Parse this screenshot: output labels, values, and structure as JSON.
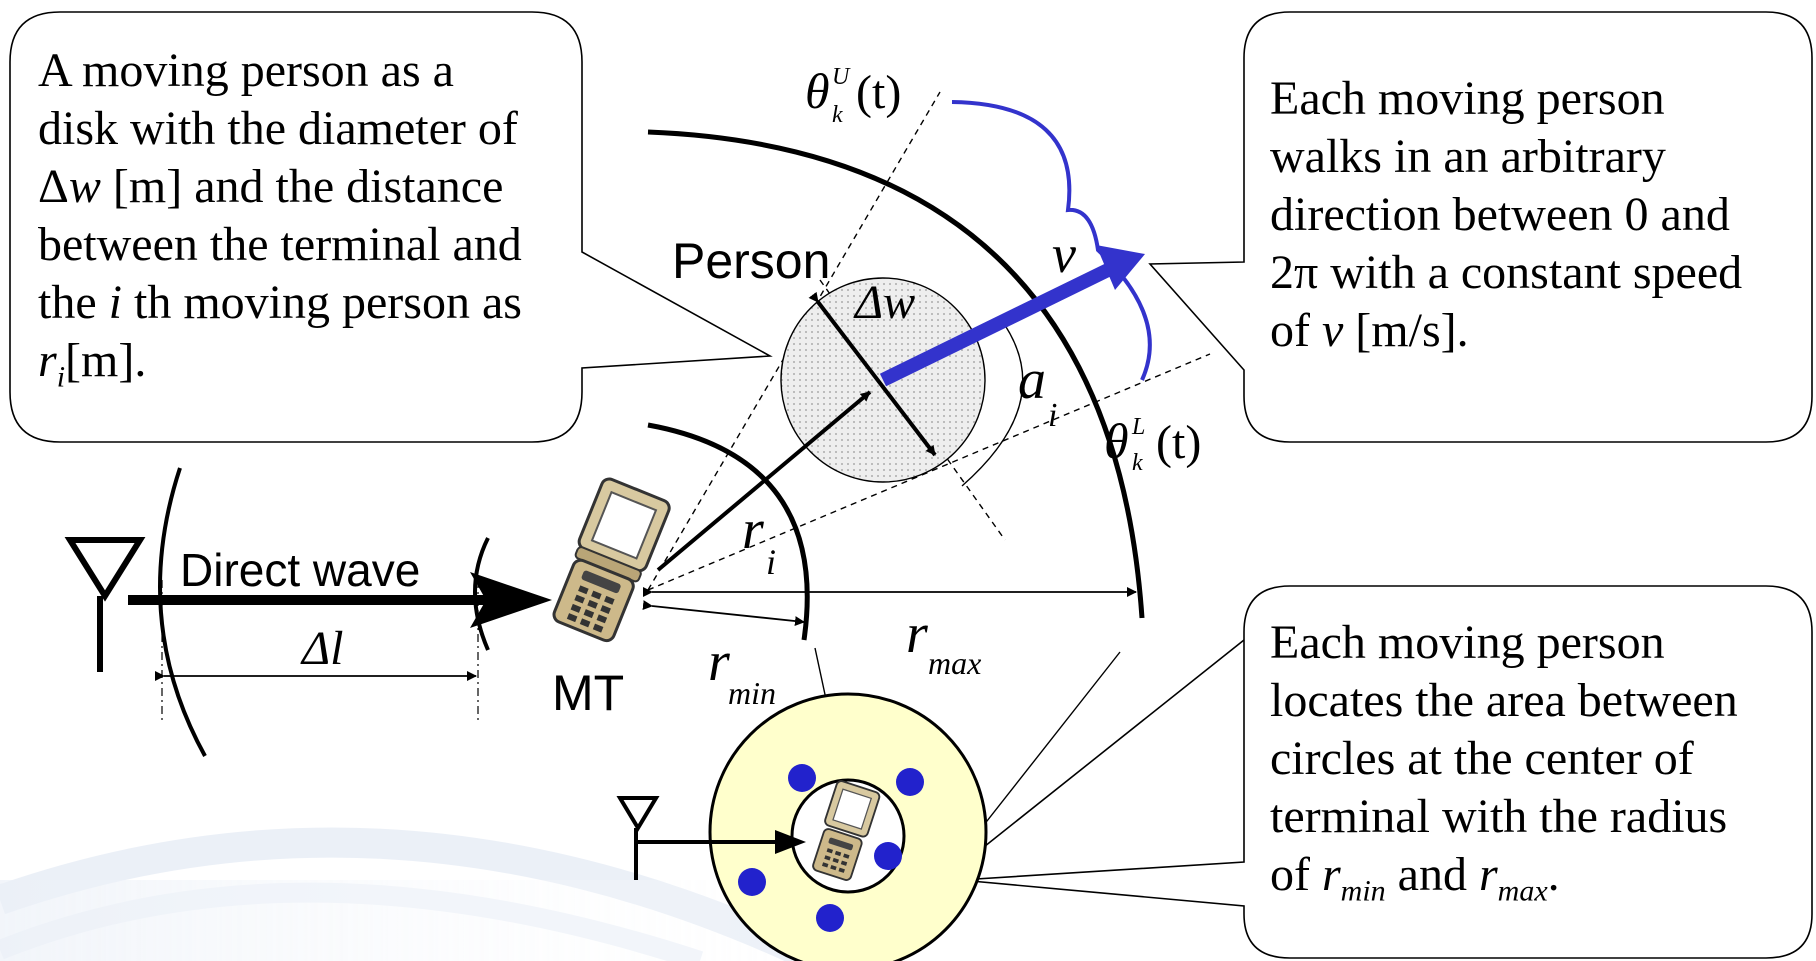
{
  "callouts": {
    "person_disk": {
      "line1": "A moving person as a",
      "line2": "disk with the diameter of",
      "line3_pre": "Δ",
      "line3_var": "w",
      "line3_post": " [m] and the distance",
      "line4": "between the terminal and",
      "line5_pre": "the ",
      "line5_var": "i",
      "line5_post": " th moving person as",
      "line6_var": "r",
      "line6_sub": "i",
      "line6_post": "[m]."
    },
    "direction": {
      "line1": "Each moving person",
      "line2": "walks in an arbitrary",
      "line3": "direction between 0 and",
      "line4": "2π with a constant speed",
      "line5_pre": "of ",
      "line5_var": "v",
      "line5_post": " [m/s]."
    },
    "area": {
      "line1": "Each moving person",
      "line2": "locates the area between",
      "line3": "circles at the center of",
      "line4": "terminal with the radius",
      "line5_pre": "of ",
      "line5_var1": "r",
      "line5_sub1": "min",
      "line5_mid": " and ",
      "line5_var2": "r",
      "line5_sub2": "max",
      "line5_post": "."
    }
  },
  "labels": {
    "person": "Person",
    "delta_w": "Δw",
    "v": "v",
    "a": "a",
    "a_sub": "i",
    "theta_u_sym": "θ",
    "theta_u_sup": "U",
    "theta_u_sub": "k",
    "theta_u_arg": "(t)",
    "theta_l_sym": "θ",
    "theta_l_sup": "L",
    "theta_l_sub": "k",
    "theta_l_arg": "(t)",
    "r_i": "r",
    "r_i_sub": "i",
    "r_min": "r",
    "r_min_sub": "min",
    "r_max": "r",
    "r_max_sub": "max",
    "direct_wave": "Direct wave",
    "delta_l": "Δl",
    "mt": "MT"
  },
  "colors": {
    "arrow_blue": "#3333cc",
    "dot_blue": "#2222cc",
    "ring_fill": "#ffffcc",
    "disk_fill": "#e6e6e6"
  },
  "icons": [
    "mobile-phone-icon",
    "antenna-icon"
  ]
}
